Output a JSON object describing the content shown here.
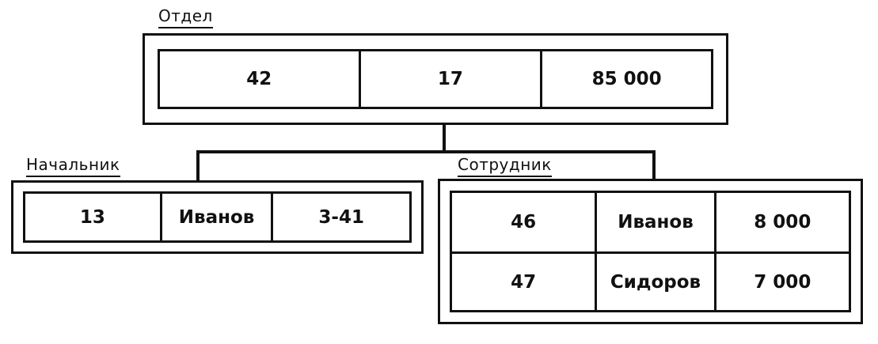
{
  "palette": {
    "ink": "#111111",
    "paper": "#ffffff"
  },
  "diagram": {
    "department": {
      "label": "Отдел",
      "cells": [
        "42",
        "17",
        "85 000"
      ]
    },
    "manager": {
      "label": "Начальник",
      "cells": [
        "13",
        "Иванов",
        "3-41"
      ]
    },
    "employee": {
      "label": "Сотрудник",
      "rows": [
        [
          "46",
          "Иванов",
          "8 000"
        ],
        [
          "47",
          "Сидоров",
          "7 000"
        ]
      ]
    }
  }
}
